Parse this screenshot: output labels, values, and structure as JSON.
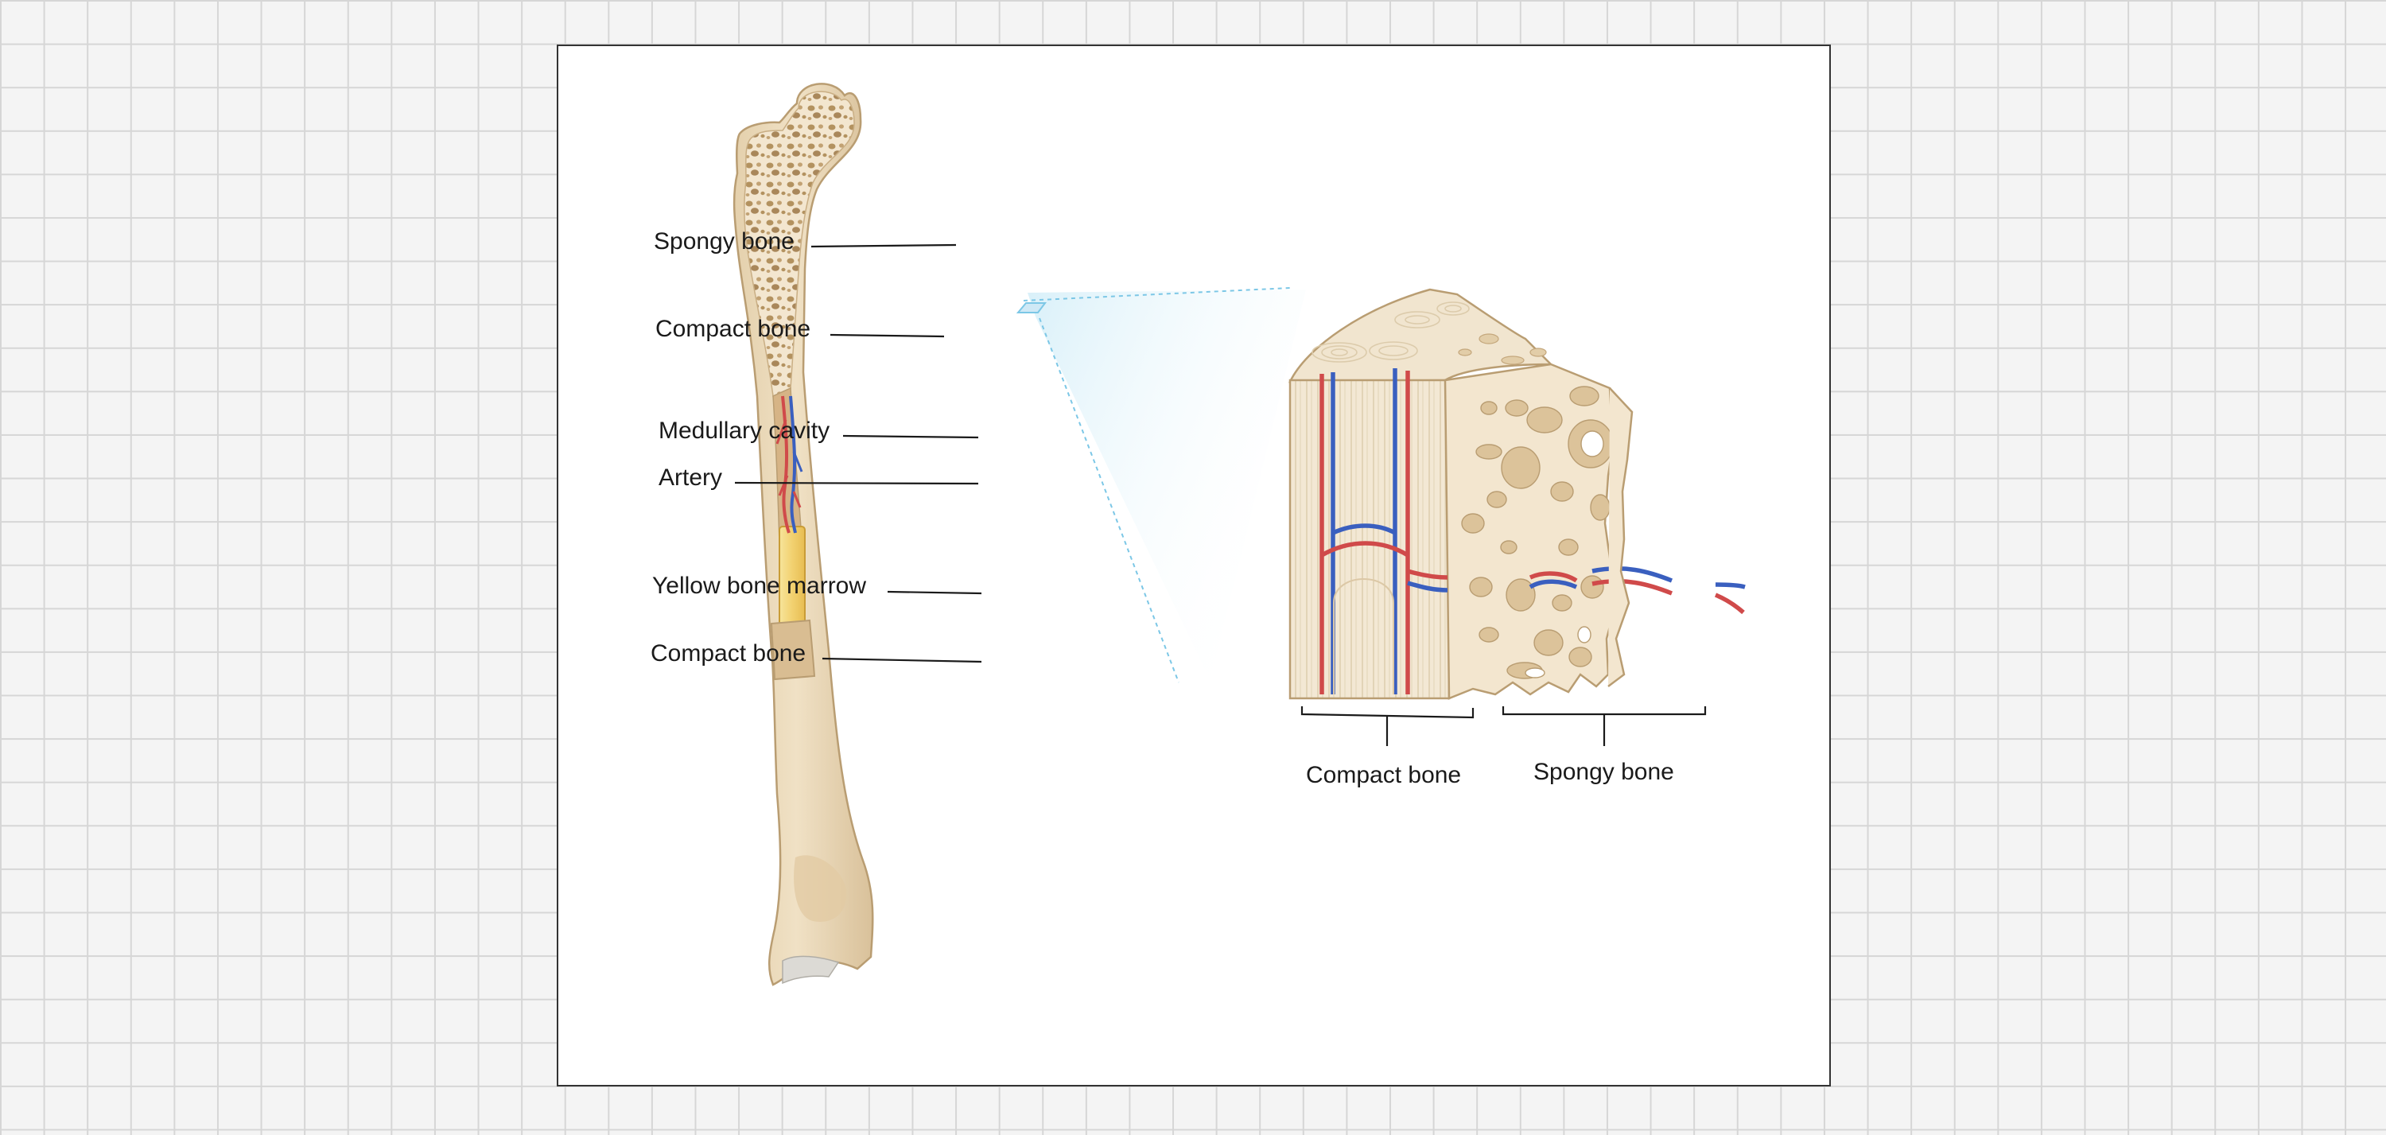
{
  "diagram": {
    "bone_labels": {
      "spongy_bone": "Spongy bone",
      "compact_bone_upper": "Compact bone",
      "medullary_cavity": "Medullary cavity",
      "artery": "Artery",
      "yellow_bone_marrow": "Yellow bone marrow",
      "compact_bone_lower": "Compact bone"
    },
    "inset_labels": {
      "compact_bone": "Compact bone",
      "spongy_bone": "Spongy bone"
    },
    "colors": {
      "bone_fill": "#eedfc5",
      "bone_outline": "#b99d72",
      "spongy_fill": "#f3e6cf",
      "spongy_pores": "#b3925f",
      "yellow_marrow": "#f2d578",
      "artery_red": "#d04a4a",
      "vein_blue": "#3a5fbf",
      "zoom_lines": "#7cc7e6"
    }
  }
}
